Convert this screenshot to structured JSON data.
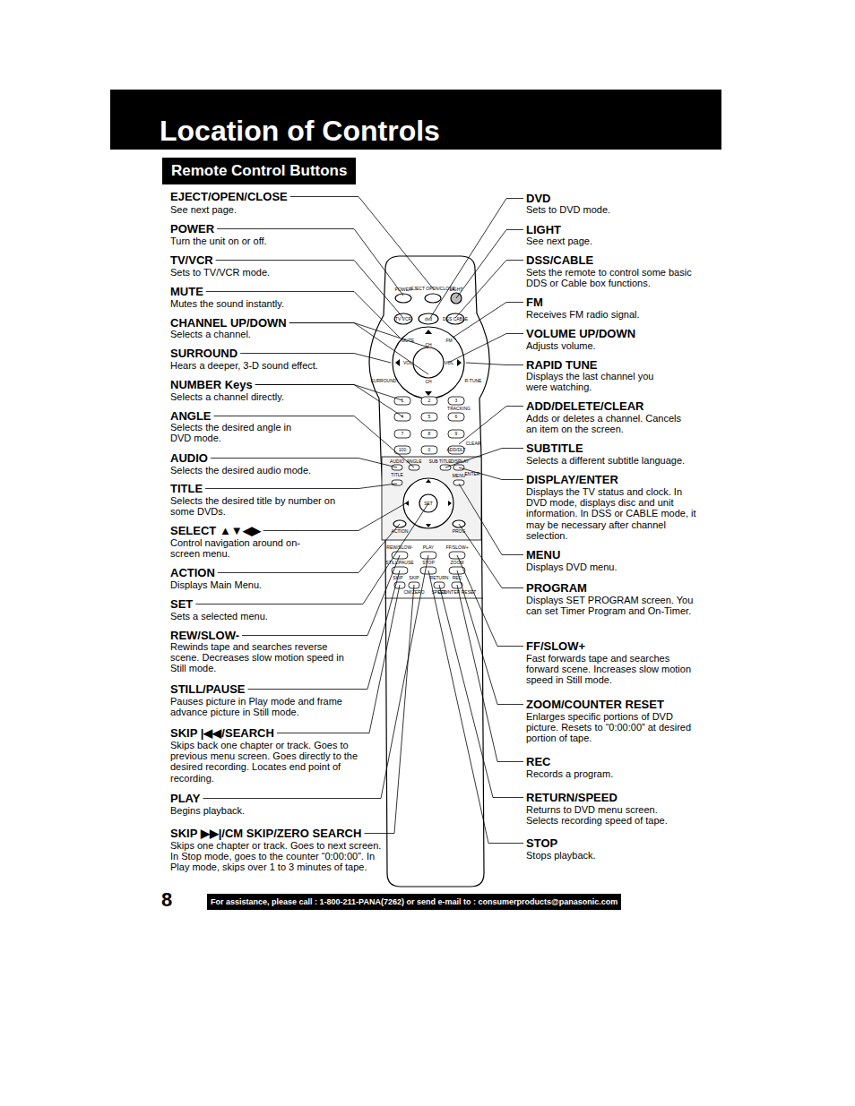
{
  "diagram": {
    "title": "Location of Controls",
    "nodes": [
      {
        "text": [
          "Remote Control Buttons"
        ]
      },
      {
        "text": [
          "For assistance, please call : 1-800-211-PANA(7262) or send e-mail to : consumerproducts@panasonic.com"
        ]
      }
    ],
    "labels": [
      "EJECT/OPEN/CLOSE",
      "See next page.",
      "POWER",
      "Turn the unit on or off.",
      "TV/VCR",
      "Sets to TV/VCR mode.",
      "MUTE",
      "Mutes the sound instantly.",
      "CHANNEL UP/DOWN",
      "Selects a channel.",
      "SURROUND",
      "Hears a deeper, 3-D sound effect.",
      "NUMBER Keys",
      "Selects a channel directly.",
      "ANGLE",
      "Selects the desired angle in DVD mode.",
      "AUDIO",
      "Selects the desired audio mode.",
      "TITLE",
      "Selects the desired title by number on some DVDs.",
      "SELECT ▲▼◀▶",
      "Control navigation around on-screen menu.",
      "ACTION",
      "Displays Main Menu.",
      "SET",
      "Sets a selected menu.",
      "REW/SLOW-",
      "Rewinds tape and searches reverse scene. Decreases slow motion speed in Still mode.",
      "STILL/PAUSE",
      "Pauses picture in Play mode and frame advance picture in Still mode.",
      "SKIP |◀◀/SEARCH",
      "Skips back one chapter or track. Goes to previous menu screen. Goes directly to the desired recording. Locates end point of recording.",
      "PLAY",
      "Begins playback.",
      "SKIP ▶▶|/CM SKIP/ZERO SEARCH",
      "Skips one chapter or track. Goes to next screen. In Stop mode, goes to the counter “0:00:00”. In Play mode, skips over 1 to 3 minutes of tape.",
      "DVD",
      "Sets to DVD mode.",
      "LIGHT",
      "See next page.",
      "DSS/CABLE",
      "Sets the remote to control some basic DDS or Cable box functions.",
      "FM",
      "Receives FM radio signal.",
      "VOLUME UP/DOWN",
      "Adjusts volume.",
      "RAPID TUNE",
      "Displays the last channel you were watching.",
      "ADD/DELETE/CLEAR",
      "Adds or deletes a channel. Cancels an item on the screen.",
      "SUBTITLE",
      "Selects a different subtitle language.",
      "DISPLAY/ENTER",
      "Displays the TV status and clock. In DVD mode, displays disc and unit information. In DSS or CABLE mode, it may be necessary after channel selection.",
      "MENU",
      "Displays DVD menu.",
      "PROGRAM",
      "Displays SET PROGRAM screen. You can set Timer Program and On-Timer.",
      "FF/SLOW+",
      "Fast forwards tape and searches forward scene. Increases slow motion speed in Still mode.",
      "ZOOM/COUNTER RESET",
      "Enlarges specific portions of DVD picture. Resets to “0:00:00” at desired portion of tape.",
      "REC",
      "Records a program.",
      "RETURN/SPEED",
      "Returns to DVD menu screen. Selects recording speed of tape.",
      "STOP",
      "Stops playback.",
      "8",
      "POWER",
      "EJECT OPEN/CLOSE",
      "LIGHT",
      "TV VCR",
      "dvd",
      "DSS CABLE",
      "MUTE",
      "CH",
      "FM",
      "SURROUND",
      "VOL",
      "VOL",
      "R-TUNE",
      "CH",
      "1",
      "2",
      "3",
      "4",
      "5",
      "6",
      "7",
      "8",
      "9",
      "TRACKING",
      "100",
      "0",
      "ADD/DLT",
      "CLEAR",
      "AUDIO",
      "ANGLE",
      "SUB TITLE",
      "DISPLAY",
      "ENTER",
      "TITLE",
      "MENU",
      "SET",
      "ACTION",
      "PROG",
      "REW/SLOW-",
      "PLAY",
      "FF/SLOW+",
      "STILL/PAUSE",
      "STOP",
      "ZOOM",
      "SKIP",
      "SKIP",
      "RETURN",
      "REC",
      "CM/ZERO",
      "SPEED",
      "COUNTER RESET"
    ]
  }
}
